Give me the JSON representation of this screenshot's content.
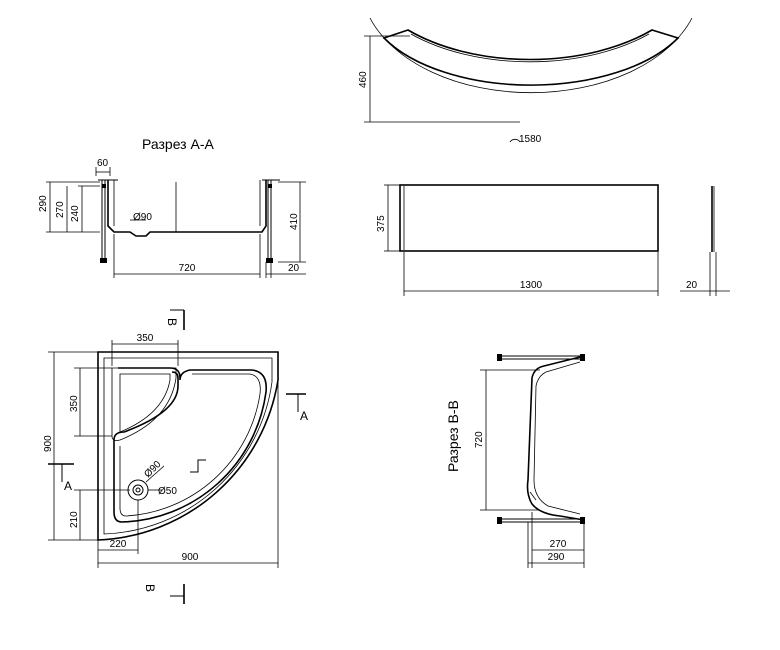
{
  "section_aa": {
    "title": "Разрез A-A",
    "dims": {
      "d60": "60",
      "d290": "290",
      "d270": "270",
      "d240": "240",
      "d410": "410",
      "d720": "720",
      "d20": "20",
      "drain": "Ø90"
    }
  },
  "arc_panel": {
    "d460": "460",
    "d1580": "1580"
  },
  "front_panel": {
    "d375": "375",
    "d1300": "1300",
    "d20": "20"
  },
  "plan": {
    "dims": {
      "d350_top": "350",
      "d350_left": "350",
      "d900_left": "900",
      "d210": "210",
      "d220": "220",
      "d900_bottom": "900",
      "drain90": "Ø90",
      "drain50": "Ø50"
    },
    "markers": {
      "A": "A",
      "B": "B"
    }
  },
  "section_bb": {
    "title": "Разрез B-B",
    "dims": {
      "d720": "720",
      "d270": "270",
      "d290": "290"
    }
  }
}
